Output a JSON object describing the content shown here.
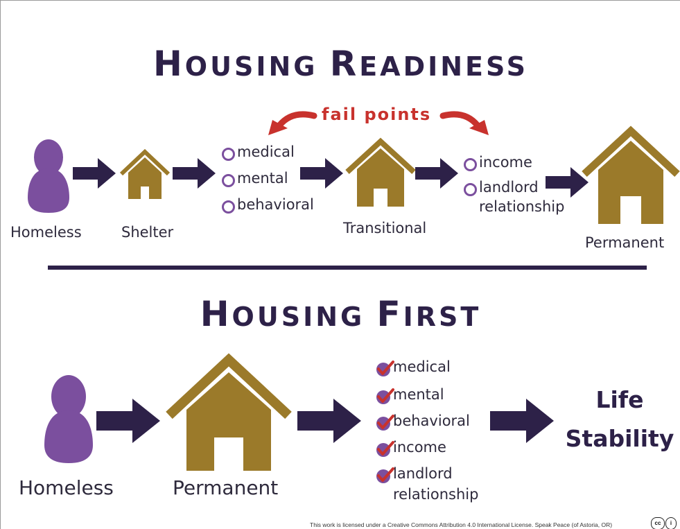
{
  "top": {
    "title_first": "H",
    "title_rest": "OUSING ",
    "title2_first": "R",
    "title2_rest": "EADINESS",
    "fail_points": "fail points",
    "labels": {
      "homeless": "Homeless",
      "shelter": "Shelter",
      "transitional": "Transitional",
      "permanent": "Permanent"
    },
    "barriers_1": [
      "medical",
      "mental",
      "behavioral"
    ],
    "barriers_2": [
      "income",
      "landlord",
      "relationship"
    ]
  },
  "bottom": {
    "title_first": "H",
    "title_rest": "OUSING ",
    "title2_first": "F",
    "title2_rest": "IRST",
    "labels": {
      "homeless": "Homeless",
      "permanent": "Permanent"
    },
    "outcome_line1": "Life",
    "outcome_line2": "Stability",
    "checks": [
      "medical",
      "mental",
      "behavioral",
      "income",
      "landlord",
      "relationship"
    ]
  },
  "license": {
    "text": "This work is licensed under a Creative Commons Attribution 4.0 International License. Speak Peace (of Astoria, OR)",
    "badge_cc": "cc",
    "badge_by": "i"
  },
  "colors": {
    "title": "#2d2148",
    "arrow": "#2d2148",
    "house": "#9b7a2a",
    "person": "#7b4f9e",
    "fail": "#c8322d",
    "check": "#c8322d"
  }
}
